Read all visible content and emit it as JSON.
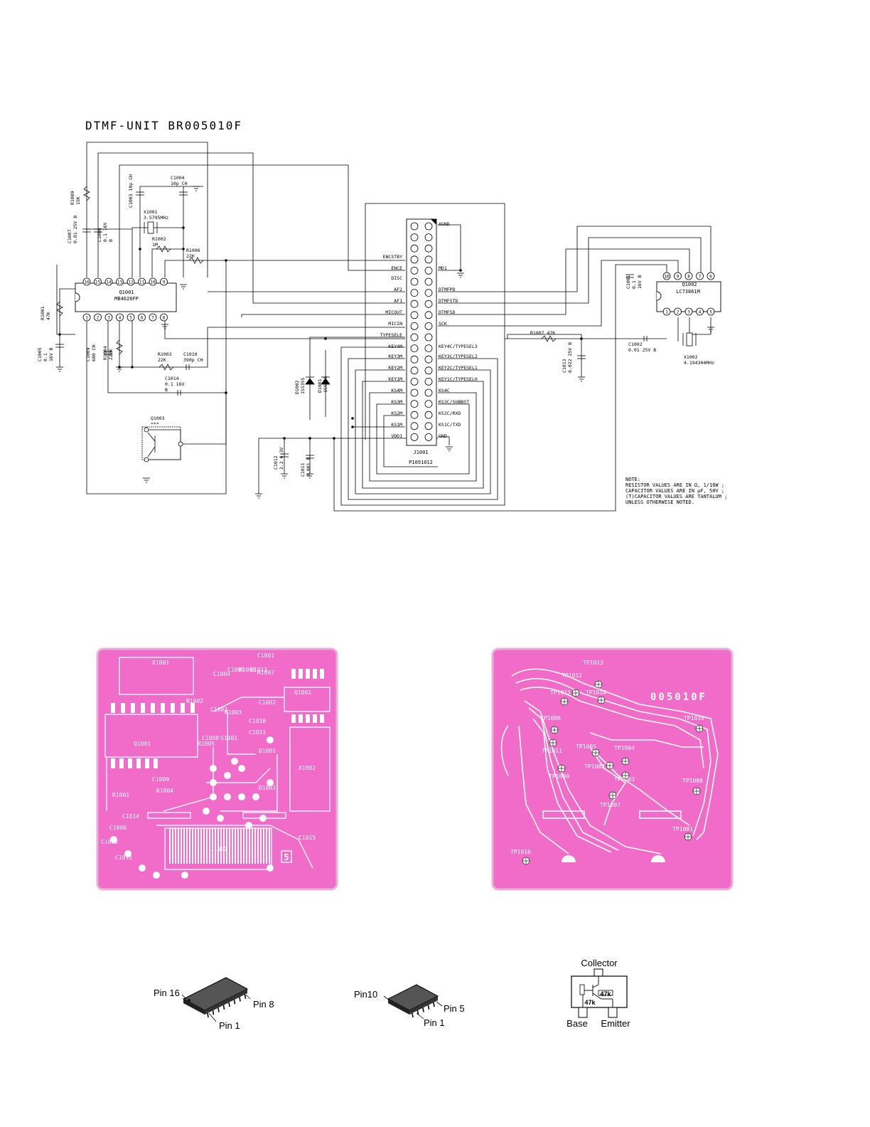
{
  "title": "DTMF-UNIT   BR005010F",
  "colors": {
    "ink": "#000000",
    "pcb_fill": "#f06cc8",
    "pcb_edge": "#e8b0d8",
    "trace": "#ffffff"
  },
  "ic1": {
    "ref": "Q1001",
    "part": "MB4026FP",
    "top_pins": [
      "16",
      "15",
      "14",
      "13",
      "12",
      "11",
      "10",
      "9"
    ],
    "bottom_pins": [
      "1",
      "2",
      "3",
      "4",
      "5",
      "6",
      "7",
      "8"
    ]
  },
  "ic2": {
    "ref": "Q1002",
    "part": "LC73861M",
    "top_pins": [
      "10",
      "9",
      "8",
      "7",
      "6"
    ],
    "bottom_pins": [
      "1",
      "2",
      "3",
      "4",
      "5"
    ]
  },
  "connector": {
    "ref": "J1001",
    "part": "P1091012",
    "left_labels": [
      "ENCSTBY",
      "ENCE",
      "DISC",
      "AF2",
      "AF1",
      "MICOUT",
      "MICIN",
      "TYPESELE",
      "KEY4M",
      "KEY3M",
      "KEY2M",
      "KEY1M",
      "KS4M",
      "KS3M",
      "KS2M",
      "KS1M",
      "VDD1"
    ],
    "right_labels": [
      "AGND",
      "",
      "",
      "",
      "MD1",
      "",
      "DTMFPD",
      "DTMFSTD",
      "DTMFSD",
      "SCK",
      "",
      "KEY4C/TYPESEL3",
      "KEY3C/TYPESEL2",
      "KEY2C/TYPESEL1",
      "KEY1C/TYPESEL0",
      "",
      "KS4C",
      "KS3C/SUBBST",
      "KS2C/RXD",
      "KS1C/TXD",
      "GND"
    ]
  },
  "components": {
    "r1009": "R1009\n15K",
    "c1007": "C1007\n0.01 25V B",
    "c1008": "C1008\n0.1 16V\nB",
    "c1003": "C1003 10p CH",
    "c1004": "C1004\n10p CH",
    "x1001": "X1001\n3.5795MHz",
    "r1002": "R1002\n1M",
    "r1006": "R1006\n22K",
    "r1001": "R1001\n47K",
    "c1005": "C1005\n0.1\n16V B",
    "c1009": "C1009\n680 CH",
    "r1004": "R1004\n220K",
    "r1003": "R1003\n22K",
    "c1010": "C1010\n390p CH",
    "c1014": "C1014\n0.1 16V\nB",
    "q1003": "Q1003\n***",
    "d1002": "D1002\n1SS355",
    "d1001": "D1001\n1SS355",
    "c1012": "C1012\n2.2 6.3V",
    "c1011": "C1011\n0.001 B",
    "c1001": "C1001\n0.1\n16V B",
    "r1007": "R1007 47K",
    "c1013": "C1013\n0.022 25V B",
    "c1002": "C1002\n0.01 25V B",
    "x1002": "X1002\n4.194304MHz"
  },
  "note": "NOTE:\nRESISTOR VALUES ARE IN Ω, 1/16W ;\nCAPACITOR VALUES ARE IN μF, 50V ;\n(T)CAPACITOR VALUES ARE TANTALUM ;\nUNLESS OTHERWISE NOTED.",
  "pcb_front": {
    "labels": [
      "X1001",
      "C1004",
      "C1007",
      "R1006",
      "C1013",
      "C1001",
      "R1007",
      "Q1002",
      "C1002",
      "R1002",
      "C1003",
      "R1003",
      "C1010",
      "R1005",
      "C1008",
      "Q1001",
      "S1001",
      "C1011",
      "D1001",
      "D1002",
      "X1002",
      "C1009",
      "R1004",
      "R1001",
      "C1014",
      "C1006",
      "C1012",
      "C1011",
      "J1001",
      "C1015"
    ],
    "board_mark": "5"
  },
  "pcb_back": {
    "board_id": "005010F",
    "test_points": [
      "TP1013",
      "TP1012",
      "TP1015",
      "TP1014",
      "TP1006",
      "TP1010",
      "TP1005",
      "TP1004",
      "TP1011",
      "TP1002",
      "TP1009",
      "TP1003",
      "TP1008",
      "TP1007",
      "TP1001",
      "TP1016"
    ]
  },
  "packages": {
    "ic16": {
      "pin_top": "Pin 16",
      "pin_right": "Pin 8",
      "pin_bottom": "Pin 1"
    },
    "ic10": {
      "pin_top": "Pin10",
      "pin_right": "Pin 5",
      "pin_bottom": "Pin 1"
    },
    "transistor": {
      "collector": "Collector",
      "base": "Base",
      "emitter": "Emitter",
      "r1": "47k",
      "r2": "47k"
    }
  }
}
